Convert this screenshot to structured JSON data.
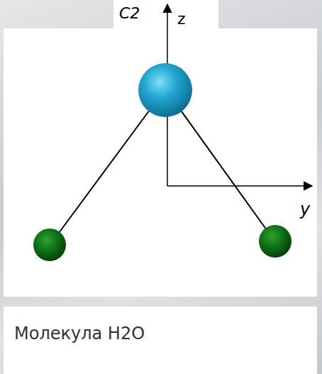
{
  "diagram": {
    "caption": "Молекула H2O",
    "labels": [
      "C2",
      "z",
      "y"
    ]
  }
}
